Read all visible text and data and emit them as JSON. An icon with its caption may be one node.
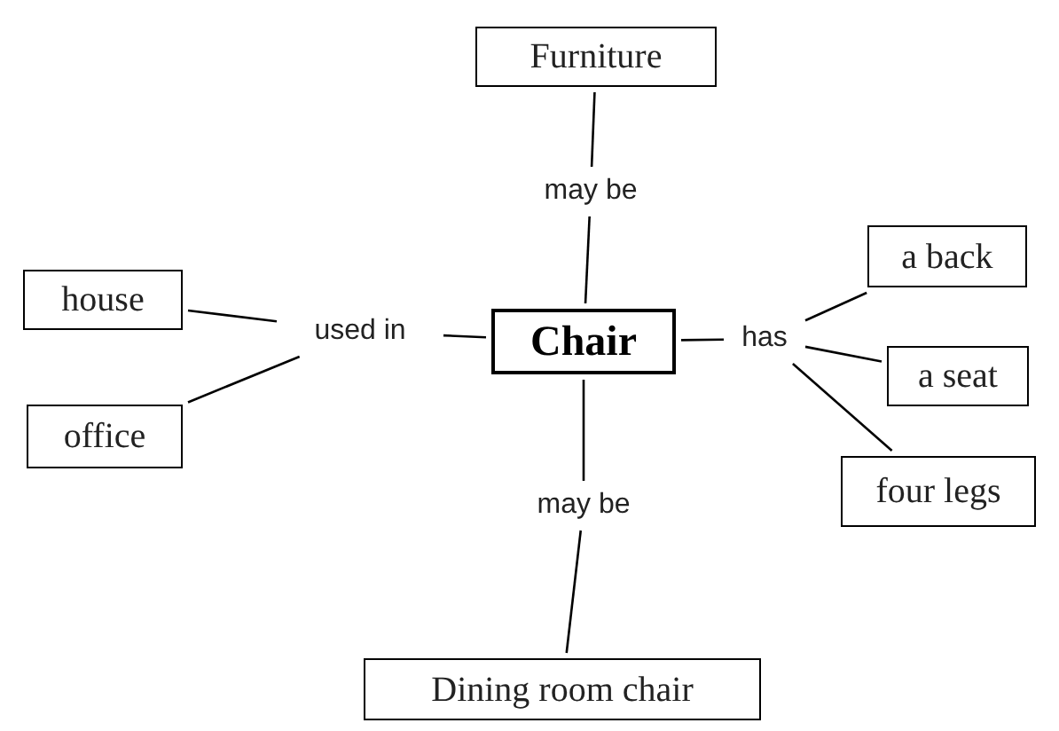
{
  "diagram": {
    "nodes": [
      {
        "text": [
          "Furniture"
        ]
      },
      {
        "text": [
          "may be"
        ]
      },
      {
        "text": [
          "house"
        ]
      },
      {
        "text": [
          "office"
        ]
      },
      {
        "text": [
          "used in"
        ]
      },
      {
        "text": [
          "Chair"
        ]
      },
      {
        "text": [
          "has"
        ]
      },
      {
        "text": [
          "a back"
        ]
      },
      {
        "text": [
          "a seat"
        ]
      },
      {
        "text": [
          "four legs"
        ]
      },
      {
        "text": [
          "may be"
        ]
      },
      {
        "text": [
          "Dining room chair"
        ]
      }
    ],
    "edges": [
      {
        "from": 5,
        "to": 1,
        "arrow": "none"
      },
      {
        "from": 1,
        "to": 0,
        "arrow": "none"
      },
      {
        "from": 5,
        "to": 4,
        "arrow": "none"
      },
      {
        "from": 4,
        "to": 2,
        "arrow": "none"
      },
      {
        "from": 4,
        "to": 3,
        "arrow": "none"
      },
      {
        "from": 5,
        "to": 6,
        "arrow": "none"
      },
      {
        "from": 6,
        "to": 7,
        "arrow": "none"
      },
      {
        "from": 6,
        "to": 8,
        "arrow": "none"
      },
      {
        "from": 6,
        "to": 9,
        "arrow": "none"
      },
      {
        "from": 5,
        "to": 10,
        "arrow": "none"
      },
      {
        "from": 10,
        "to": 11,
        "arrow": "none"
      }
    ]
  }
}
